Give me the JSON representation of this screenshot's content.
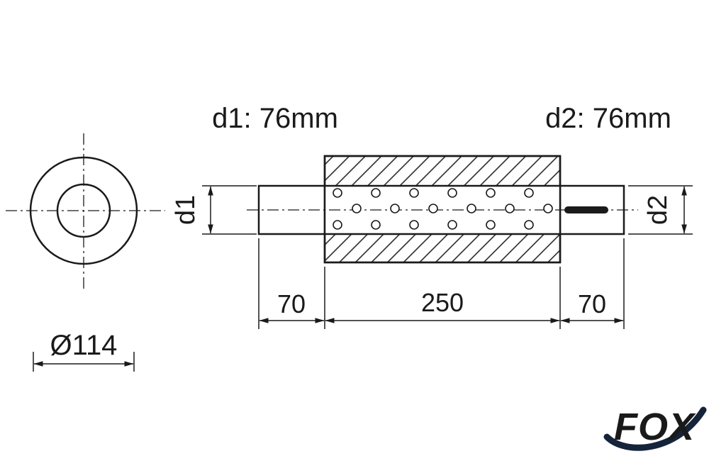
{
  "drawing": {
    "front_view": {
      "diameter_label": "Ø114"
    },
    "side_view": {
      "d1_spec": "d1: 76mm",
      "d2_spec": "d2: 76mm",
      "d1_label": "d1",
      "d2_label": "d2",
      "inlet_length": "70",
      "body_length": "250",
      "outlet_length": "70"
    },
    "logo_text": "FOX",
    "colors": {
      "line": "#1a1a1a",
      "logo": "#15233b",
      "background": "#ffffff"
    }
  }
}
